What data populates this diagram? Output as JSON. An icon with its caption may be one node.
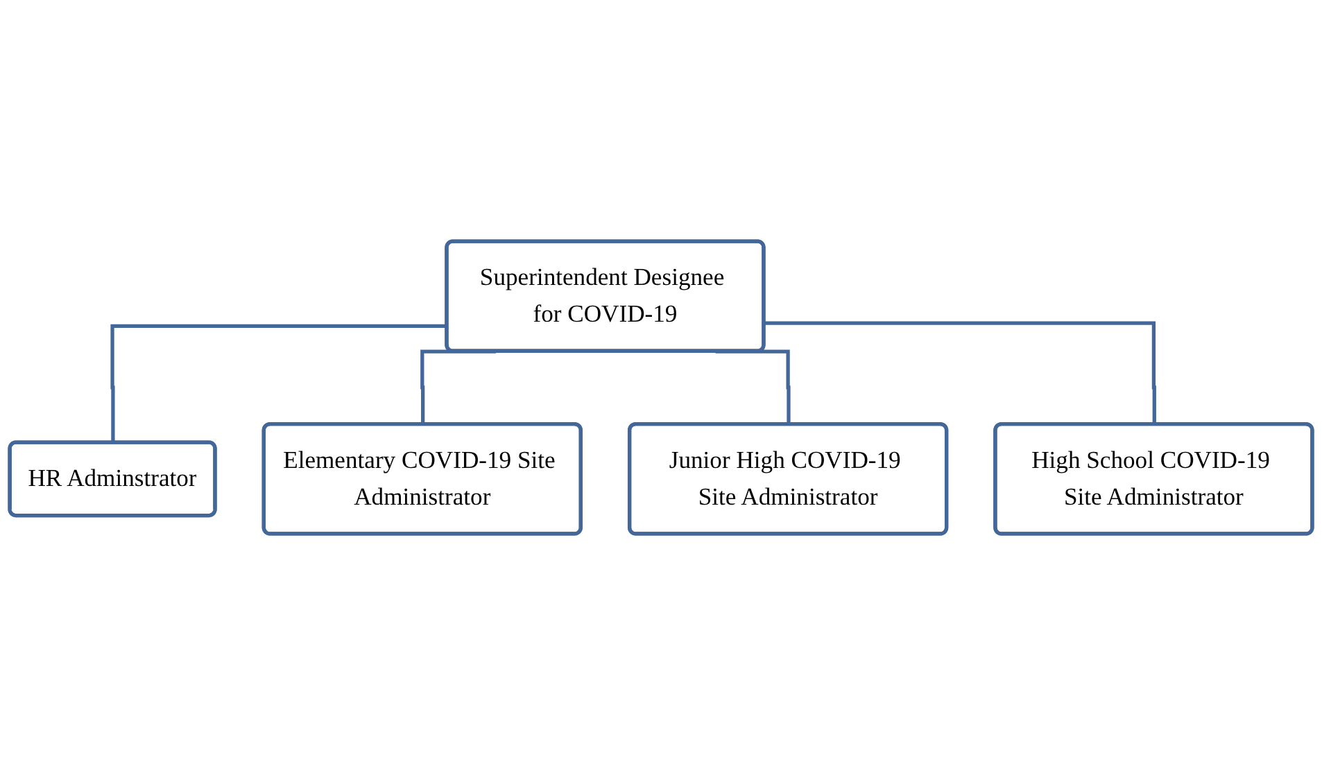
{
  "diagram": {
    "nodes": [
      {
        "text": [
          "Superintendent Designee for COVID-19"
        ]
      },
      {
        "text": [
          "HR Adminstrator"
        ]
      },
      {
        "text": [
          "Elementary COVID-19 Site Administrator"
        ]
      },
      {
        "text": [
          "Junior High COVID-19 Site Administrator"
        ]
      },
      {
        "text": [
          "High School COVID-19 Site Administrator"
        ]
      }
    ],
    "edges": [
      {
        "from": 0,
        "to": 1,
        "arrow": "none"
      },
      {
        "from": 0,
        "to": 2,
        "arrow": "none"
      },
      {
        "from": 0,
        "to": 3,
        "arrow": "none"
      },
      {
        "from": 0,
        "to": 4,
        "arrow": "none"
      }
    ]
  }
}
